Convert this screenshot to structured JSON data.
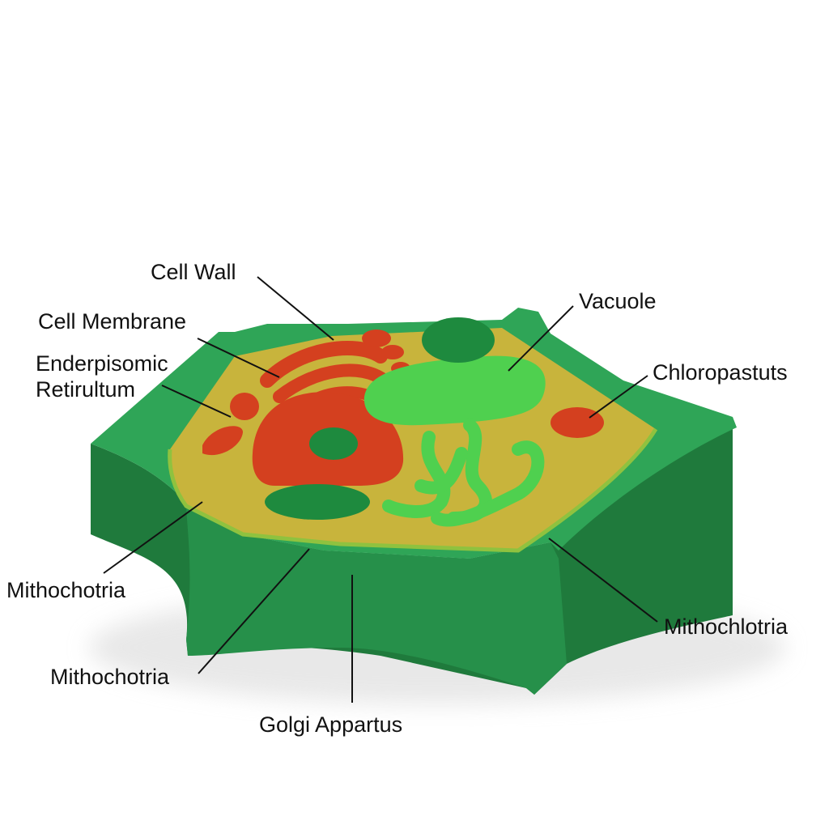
{
  "labels": {
    "cell_wall": "Cell Wall",
    "cell_membrane": "Cell Membrane",
    "er_line1": "Enderpisomic",
    "er_line2": "Retirultum",
    "vacuole": "Vacuole",
    "chloroplasts": "Chloropastuts",
    "mito_left": "Mithochotria",
    "mito_bottom_left": "Mithochotria",
    "golgi": "Golgi Appartus",
    "mito_right": "Mithochlotria"
  },
  "colors": {
    "wall_dark": "#1f7a3c",
    "wall_mid": "#26904a",
    "wall_light": "#2fa557",
    "cytoplasm": "#c8b43c",
    "membrane_edge": "#8fc23f",
    "red_organelle": "#d4401f",
    "bright_green": "#4fd04f",
    "dark_green_organelle": "#1e8a3e",
    "leader": "#111111"
  }
}
